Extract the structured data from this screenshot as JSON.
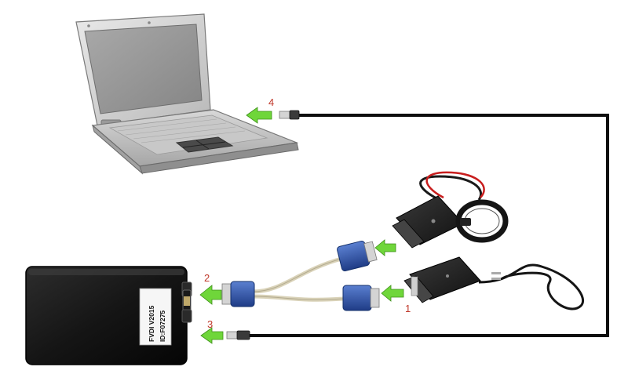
{
  "device": {
    "label_line1": "FVDI  V2015",
    "label_line2": "ID:F07275"
  },
  "steps": {
    "step1": "1",
    "step2": "2",
    "step3": "3",
    "step4": "4"
  },
  "colors": {
    "arrow": "#6fd63a",
    "cable": "#111111",
    "vga_blue": "#2b4fa3",
    "step_number": "#c0392b",
    "device_body": "#1c1c1c"
  },
  "icons": [
    "laptop-icon",
    "usb-plug-icon",
    "vga-connector-icon",
    "power-adapter-icon",
    "clamp-sensor-icon",
    "arrow-left-icon"
  ]
}
